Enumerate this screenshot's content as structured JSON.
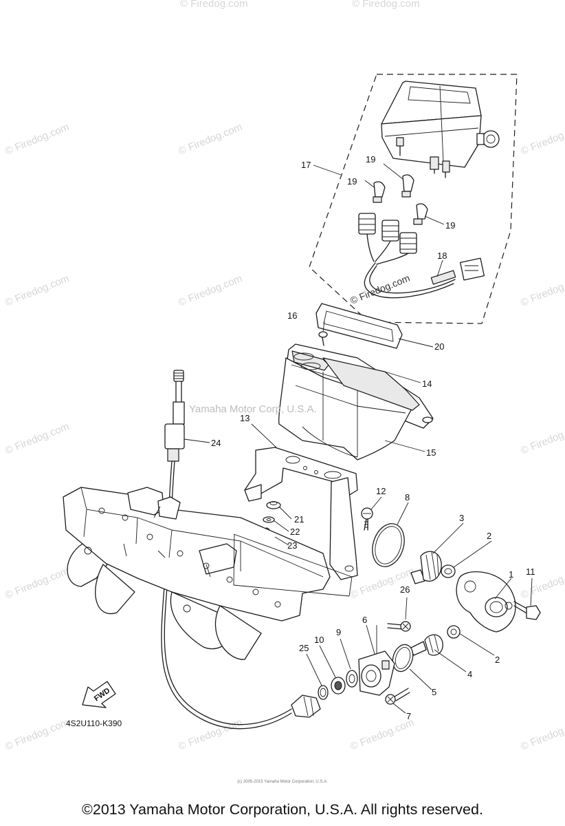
{
  "watermark": {
    "site": "© Firedog.com",
    "center": "Yamaha Motor Corp, U.S.A."
  },
  "diagram": {
    "code": "4S2U110-K390",
    "fwd_arrow": "FWD",
    "callouts": {
      "c1": "1",
      "c2a": "2",
      "c2b": "2",
      "c3": "3",
      "c4": "4",
      "c5": "5",
      "c6": "6",
      "c7": "7",
      "c8": "8",
      "c9": "9",
      "c10": "10",
      "c11": "11",
      "c12": "12",
      "c13": "13",
      "c14": "14",
      "c15": "15",
      "c16": "16",
      "c17": "17",
      "c18": "18",
      "c19a": "19",
      "c19b": "19",
      "c19c": "19",
      "c20": "20",
      "c21": "21",
      "c22": "22",
      "c23": "23",
      "c24": "24",
      "c25": "25",
      "c26": "26"
    }
  },
  "footer": {
    "tiny": "(c) 2005-2015 Yamaha Motor Corporation, U.S.A.",
    "copyright": "©2013 Yamaha Motor Corporation, U.S.A. All rights reserved."
  }
}
